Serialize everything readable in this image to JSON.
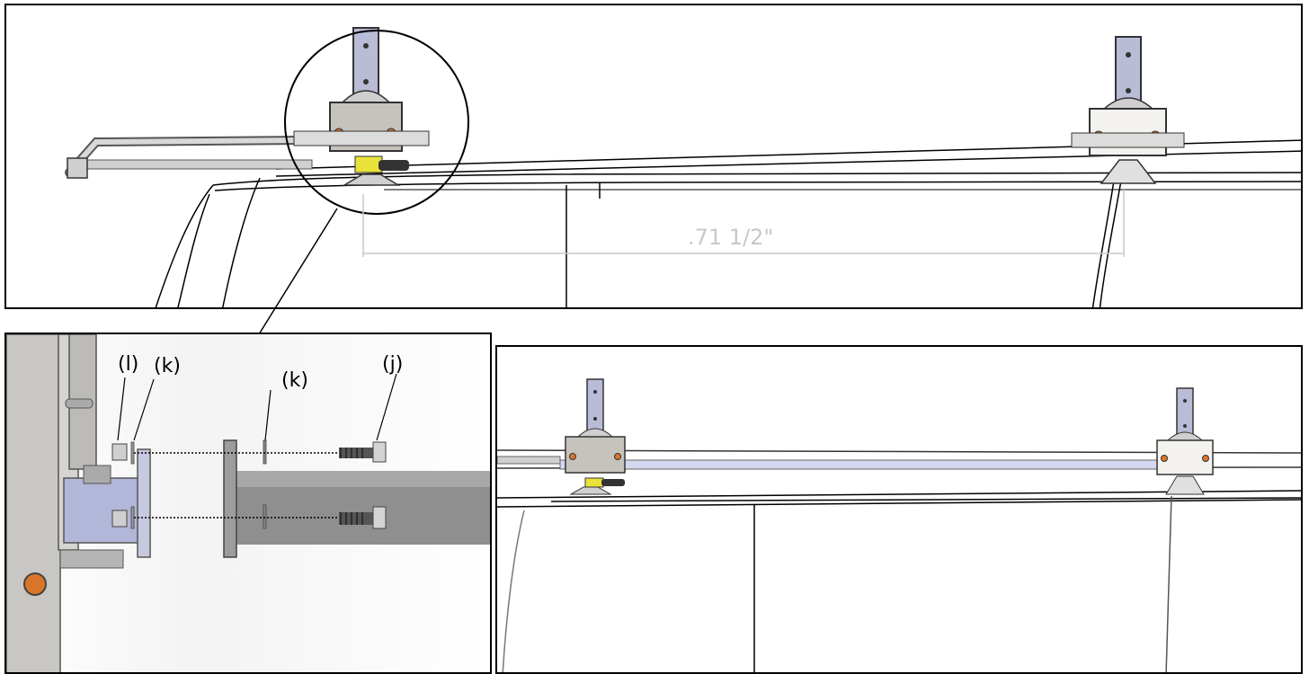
{
  "diagram": {
    "dimension_label": ".71 1/2\"",
    "callouts": {
      "l": "(l)",
      "k_left": "(k)",
      "k_right": "(k)",
      "j": "(j)"
    }
  },
  "colors": {
    "line": "#000000",
    "steel": "#b8b8b8",
    "tube": "#8e8e8e",
    "flange": "#c4c6dc",
    "accent_orange": "#d9762a",
    "accent_yellow": "#e8e23a",
    "dimension": "#c8c8c8"
  }
}
